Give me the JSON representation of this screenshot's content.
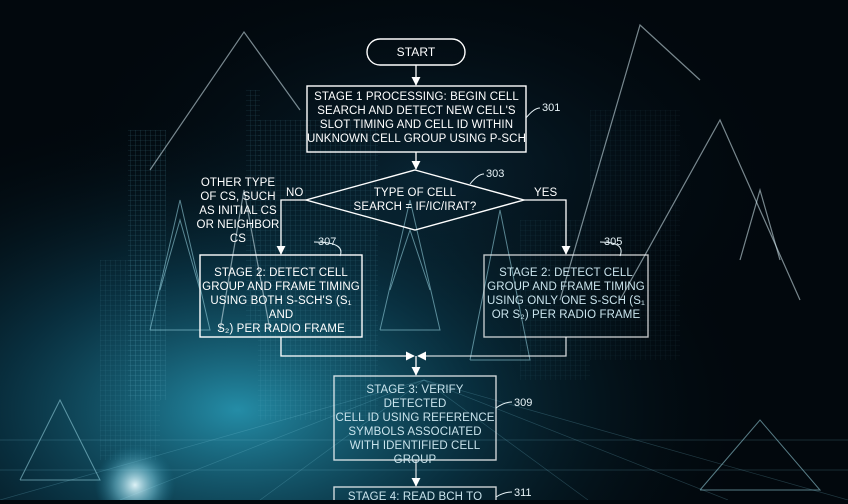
{
  "diagram": {
    "start": "START",
    "stage1": "STAGE 1 PROCESSING:  BEGIN CELL\nSEARCH AND DETECT NEW CELL'S\nSLOT TIMING AND CELL ID WITHIN\nUNKNOWN CELL GROUP USING P-SCH",
    "stage1_ref": "301",
    "decision": "TYPE OF CELL\nSEARCH = IF/IC/IRAT?",
    "decision_ref": "303",
    "no_label": "NO",
    "yes_label": "YES",
    "other_type": "OTHER TYPE\nOF CS, SUCH\nAS INITIAL CS\nOR NEIGHBOR\nCS",
    "stage2_both": "STAGE 2: DETECT CELL\nGROUP AND FRAME TIMING\nUSING BOTH S-SCH's (S₁ AND\nS₂) PER RADIO FRAME",
    "stage2_both_ref": "307",
    "stage2_one": "STAGE 2: DETECT CELL\nGROUP AND FRAME TIMING\nUSING ONLY ONE S-SCH (S₁\nOR S₂) PER RADIO FRAME",
    "stage2_one_ref": "305",
    "stage3": "STAGE 3: VERIFY DETECTED\nCELL ID USING REFERENCE\nSYMBOLS ASSOCIATED\nWITH IDENTIFIED CELL\nGROUP",
    "stage3_ref": "309",
    "stage4": "STAGE 4: READ BCH TO",
    "stage4_ref": "311"
  },
  "colors": {
    "background": "#02080d",
    "glow": "#1a7f9c",
    "line": "#ffffff",
    "grid": "#6fb7cc"
  }
}
